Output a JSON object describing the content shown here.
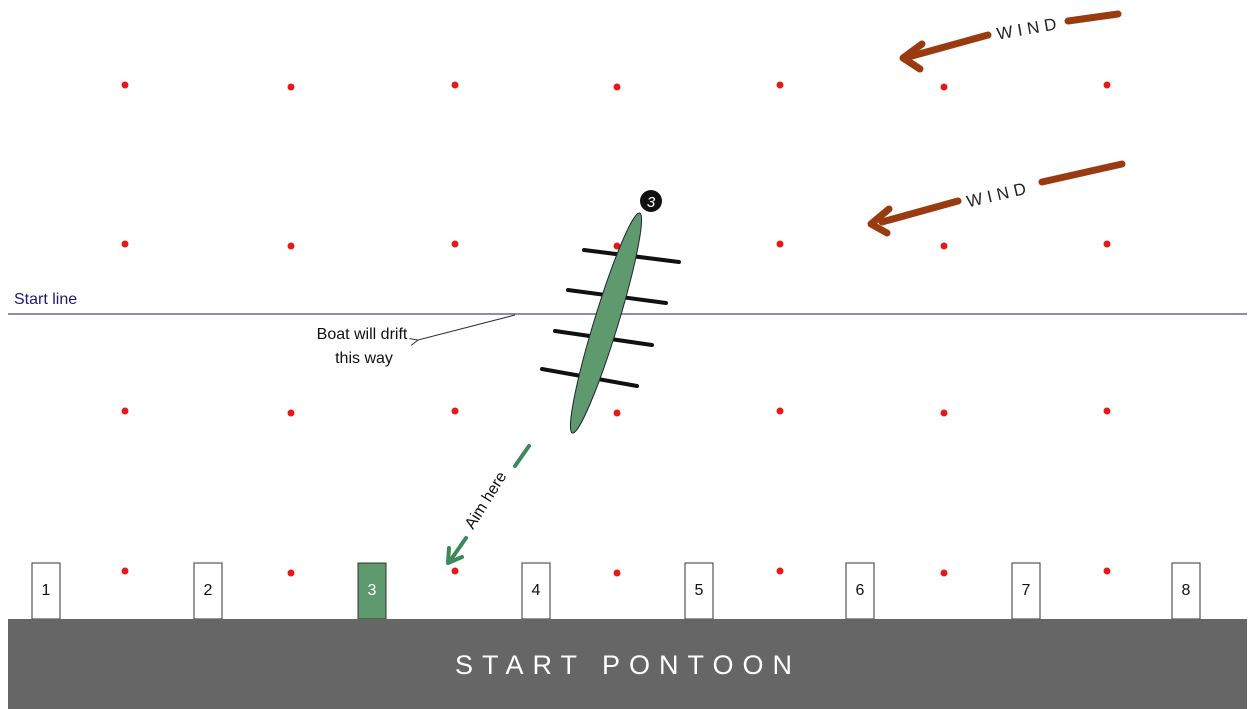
{
  "start_line": {
    "label": "Start line",
    "color": "#1a1a7a"
  },
  "drift_note": {
    "line1": "Boat will drift",
    "line2": "this way"
  },
  "aim_note": {
    "label": "Aim here",
    "color": "#3a8a5a"
  },
  "wind": [
    {
      "label": "WIND",
      "color": "#9a3a10"
    },
    {
      "label": "WIND",
      "color": "#9a3a10"
    }
  ],
  "boat": {
    "number": "3",
    "hull_color": "#5e9a6e"
  },
  "buoy_color": "#e41a1a",
  "lanes": [
    {
      "label": "1",
      "highlighted": false
    },
    {
      "label": "2",
      "highlighted": false
    },
    {
      "label": "3",
      "highlighted": true
    },
    {
      "label": "4",
      "highlighted": false
    },
    {
      "label": "5",
      "highlighted": false
    },
    {
      "label": "6",
      "highlighted": false
    },
    {
      "label": "7",
      "highlighted": false
    },
    {
      "label": "8",
      "highlighted": false
    }
  ],
  "pontoon": {
    "label": "START PONTOON",
    "color": "#666666"
  }
}
